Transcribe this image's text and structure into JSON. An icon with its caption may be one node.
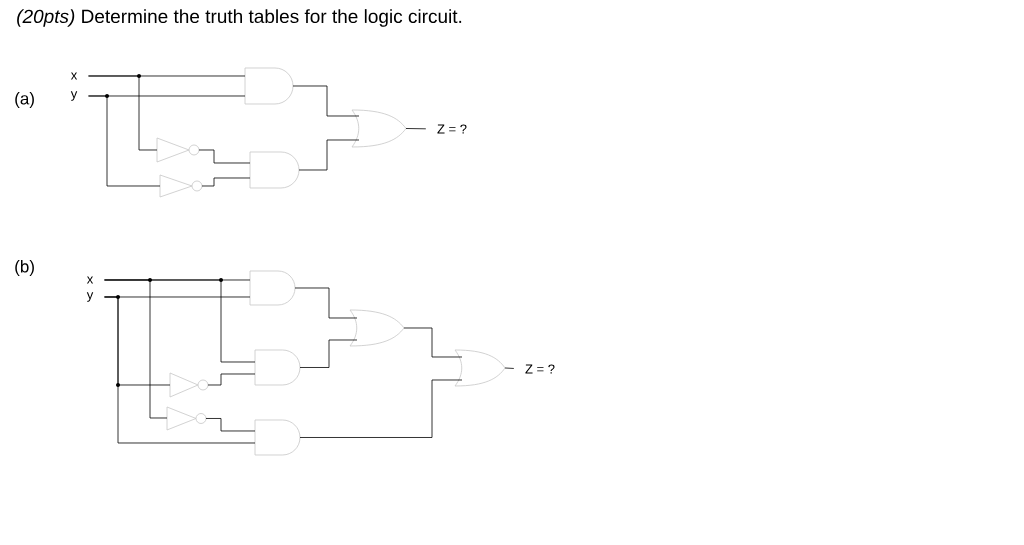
{
  "diagram": {
    "title": "*(20pts)* Determine the truth tables for the logic circuit.",
    "nodes": [
      {
        "text": [
          "x"
        ]
      },
      {
        "text": [
          "y"
        ]
      },
      {
        "text": [],
        "shape": "and"
      },
      {
        "text": [],
        "shape": "not"
      },
      {
        "text": [],
        "shape": "not"
      },
      {
        "text": [],
        "shape": "and"
      },
      {
        "text": [],
        "shape": "or"
      },
      {
        "text": [
          "Z = ?"
        ]
      },
      {
        "text": [
          "x"
        ]
      },
      {
        "text": [
          "y"
        ]
      },
      {
        "text": [],
        "shape": "and"
      },
      {
        "text": [],
        "shape": "and"
      },
      {
        "text": [],
        "shape": "not"
      },
      {
        "text": [],
        "shape": "not"
      },
      {
        "text": [],
        "shape": "and"
      },
      {
        "text": [],
        "shape": "or"
      },
      {
        "text": [],
        "shape": "or"
      },
      {
        "text": [
          "Z = ?"
        ]
      }
    ],
    "edges": [
      {
        "from": 0,
        "to": 2,
        "arrow": "none"
      },
      {
        "from": 0,
        "to": 3,
        "arrow": "none"
      },
      {
        "from": 1,
        "to": 2,
        "arrow": "none"
      },
      {
        "from": 1,
        "to": 4,
        "arrow": "none"
      },
      {
        "from": 3,
        "to": 5,
        "arrow": "none"
      },
      {
        "from": 4,
        "to": 5,
        "arrow": "none"
      },
      {
        "from": 2,
        "to": 6,
        "arrow": "none"
      },
      {
        "from": 5,
        "to": 6,
        "arrow": "none"
      },
      {
        "from": 6,
        "to": 7,
        "arrow": "none"
      },
      {
        "from": 8,
        "to": 10,
        "arrow": "none"
      },
      {
        "from": 8,
        "to": 11,
        "arrow": "none"
      },
      {
        "from": 8,
        "to": 13,
        "arrow": "none"
      },
      {
        "from": 9,
        "to": 10,
        "arrow": "none"
      },
      {
        "from": 9,
        "to": 12,
        "arrow": "none"
      },
      {
        "from": 9,
        "to": 14,
        "arrow": "none"
      },
      {
        "from": 12,
        "to": 11,
        "arrow": "none"
      },
      {
        "from": 13,
        "to": 14,
        "arrow": "none"
      },
      {
        "from": 10,
        "to": 15,
        "arrow": "none"
      },
      {
        "from": 11,
        "to": 15,
        "arrow": "none"
      },
      {
        "from": 15,
        "to": 16,
        "arrow": "none"
      },
      {
        "from": 14,
        "to": 16,
        "arrow": "none"
      },
      {
        "from": 16,
        "to": 17,
        "arrow": "none"
      }
    ],
    "labels": [
      "(a)",
      "(b)"
    ]
  }
}
